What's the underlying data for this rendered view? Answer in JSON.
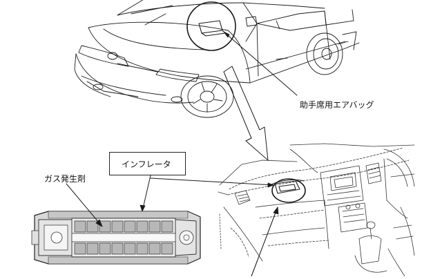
{
  "diagram": {
    "labels": {
      "passenger_airbag": "助手席用エアバッグ",
      "gas_generant": "ガス発生剤",
      "inflator": "インフレータ"
    }
  }
}
